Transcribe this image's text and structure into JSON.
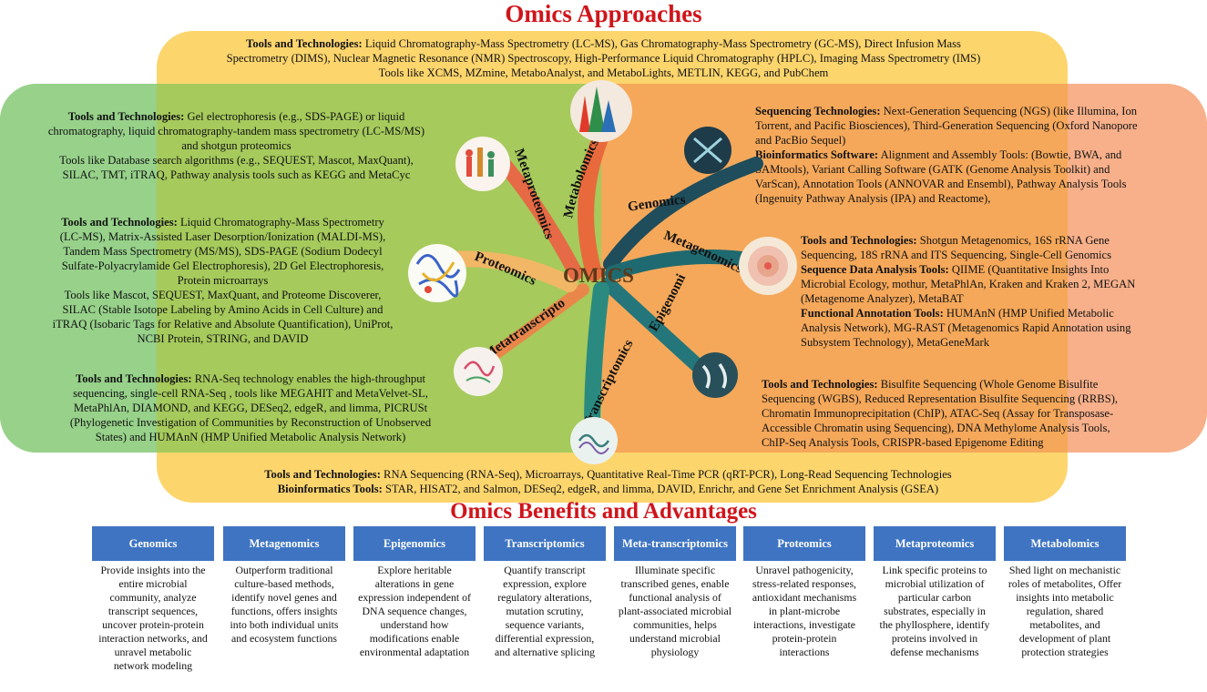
{
  "title": "Omics Approaches",
  "subtitle": "Omics Benefits and Advantages",
  "center_label": "OMICS",
  "spokes": {
    "metabolomics": "Metabolomics",
    "genomics": "Genomics",
    "metagenomics": "Metagenomics",
    "epigenomics": "Epigenomics",
    "transcriptomics": "Transcriptomics",
    "metatranscriptomics": "Metatranscriptomics",
    "proteomics": "Proteomics",
    "metaproteomics": "Metaproteomics"
  },
  "top": {
    "b1": "Tools and  Technologies:",
    "t1": " Liquid Chromatography-Mass Spectrometry (LC-MS), Gas Chromatography-Mass Spectrometry (GC-MS), Direct Infusion Mass",
    "t2": "Spectrometry (DIMS), Nuclear Magnetic Resonance (NMR) Spectroscopy, High-Performance Liquid Chromatography (HPLC), Imaging Mass Spectrometry (IMS)",
    "t3": "Tools like XCMS, MZmine, MetaboAnalyst, and MetaboLights, METLIN, KEGG, and PubChem"
  },
  "metaproteomics_text": {
    "b": "Tools and  Technologies:",
    "t1": " Gel electrophoresis (e.g., SDS-PAGE) or liquid",
    "t2": "chromatography, liquid chromatography-tandem mass spectrometry (LC-MS/MS)",
    "t3": "and shotgun proteomics",
    "t4": "Tools like Database search algorithms (e.g., SEQUEST, Mascot, MaxQuant),",
    "t5": "SILAC, TMT, iTRAQ, Pathway analysis tools such as KEGG and MetaCyc"
  },
  "proteomics_text": {
    "b": "Tools and  Technologies:",
    "t1": "  Liquid Chromatography-Mass Spectrometry",
    "t2": "(LC-MS), Matrix-Assisted Laser Desorption/Ionization (MALDI-MS),",
    "t3": "Tandem Mass Spectrometry (MS/MS), SDS-PAGE (Sodium Dodecyl",
    "t4": "Sulfate-Polyacrylamide Gel Electrophoresis), 2D Gel Electrophoresis,",
    "t5": "Protein microarrays",
    "t6": "Tools like Mascot, SEQUEST, MaxQuant, and Proteome Discoverer,",
    "t7": "SILAC (Stable Isotope Labeling by Amino Acids in Cell Culture) and",
    "t8": "iTRAQ (Isobaric Tags for Relative and Absolute Quantification), UniProt,",
    "t9": "NCBI Protein, STRING, and DAVID"
  },
  "metatranscriptomics_text": {
    "b": "Tools and  Technologies:",
    "t1": "  RNA-Seq technology enables the high-throughput",
    "t2": "sequencing, single-cell RNA-Seq , tools like MEGAHIT and MetaVelvet-SL,",
    "t3": "MetaPhlAn, DIAMOND, and KEGG, DESeq2, edgeR, and limma, PICRUSt",
    "t4": "(Phylogenetic Investigation of Communities by Reconstruction of Unobserved",
    "t5": "States) and HUMAnN (HMP Unified Metabolic Analysis Network)"
  },
  "genomics_text": {
    "b1": "Sequencing Technologies:",
    "t1": " Next-Generation Sequencing (NGS) (like Illumina, Ion",
    "t2": "Torrent, and Pacific Biosciences), Third-Generation Sequencing (Oxford Nanopore",
    "t3": "and PacBio Sequel)",
    "b2": "Bioinformatics Software:",
    "t4": " Alignment and Assembly Tools: (Bowtie, BWA, and",
    "t5": "SAMtools), Variant Calling Software (GATK (Genome Analysis Toolkit) and",
    "t6": "VarScan), Annotation Tools (ANNOVAR and Ensembl), Pathway Analysis Tools",
    "t7": "(Ingenuity Pathway Analysis (IPA) and Reactome),"
  },
  "metagenomics_text": {
    "b1": "Tools and Technologies:",
    "t1": " Shotgun Metagenomics, 16S rRNA Gene",
    "t2": "Sequencing, 18S rRNA and ITS Sequencing, Single-Cell Genomics",
    "b2": "Sequence Data Analysis Tools:",
    "t3": " QIIME (Quantitative Insights Into",
    "t4": "Microbial Ecology, mothur, MetaPhlAn, Kraken and Kraken 2, MEGAN",
    "t5": "(Metagenome Analyzer), MetaBAT",
    "b3": "Functional Annotation Tools:",
    "t6": " HUMAnN (HMP Unified Metabolic",
    "t7": "Analysis Network), MG-RAST (Metagenomics Rapid Annotation using",
    "t8": "Subsystem Technology), MetaGeneMark"
  },
  "epigenomics_text": {
    "b": "Tools and  Technologies:",
    "t1": " Bisulfite Sequencing (Whole Genome Bisulfite",
    "t2": "Sequencing (WGBS), Reduced Representation Bisulfite Sequencing (RRBS),",
    "t3": "Chromatin Immunoprecipitation (ChIP), ATAC-Seq (Assay for Transposase-",
    "t4": "Accessible Chromatin using Sequencing), DNA Methylome Analysis Tools,",
    "t5": "ChIP-Seq Analysis Tools, CRISPR-based Epigenome Editing"
  },
  "transcriptomics_text": {
    "b1": "Tools and  Technologies:",
    "t1": " RNA Sequencing (RNA-Seq), Microarrays, Quantitative Real-Time PCR (qRT-PCR), Long-Read Sequencing Technologies",
    "b2": "Bioinformatics Tools:",
    "t2": " STAR, HISAT2, and Salmon, DESeq2, edgeR, and limma, DAVID, Enrichr, and Gene Set Enrichment Analysis (GSEA)"
  },
  "cards": [
    {
      "title": "Genomics",
      "body": "Provide insights into the entire microbial community, analyze transcript sequences, uncover protein-protein interaction networks, and unravel metabolic network modeling"
    },
    {
      "title": "Metagenomics",
      "body": "Outperform traditional culture-based methods, identify novel genes and functions, offers insights into both individual units and ecosystem functions"
    },
    {
      "title": "Epigenomics",
      "body": "Explore heritable alterations in gene expression independent of DNA sequence changes, understand how modifications enable environmental adaptation"
    },
    {
      "title": "Transcriptomics",
      "body": "Quantify transcript expression, explore regulatory alterations, mutation scrutiny, sequence variants, differential expression, and alternative splicing"
    },
    {
      "title": "Meta-transcriptomics",
      "body": "Illuminate specific transcribed genes, enable functional analysis of plant-associated microbial communities, helps understand microbial physiology"
    },
    {
      "title": "Proteomics",
      "body": "Unravel pathogenicity, stress-related responses, antioxidant mechanisms in plant-microbe interactions, investigate protein-protein interactions"
    },
    {
      "title": "Metaproteomics",
      "body": "Link specific proteins to microbial utilization of particular carbon substrates, especially in the phyllosphere, identify proteins involved in defense mechanisms"
    },
    {
      "title": "Metabolomics",
      "body": "Shed light on mechanistic roles of metabolites, Offer insights into metabolic regulation, shared metabolites, and development of plant protection strategies"
    }
  ]
}
